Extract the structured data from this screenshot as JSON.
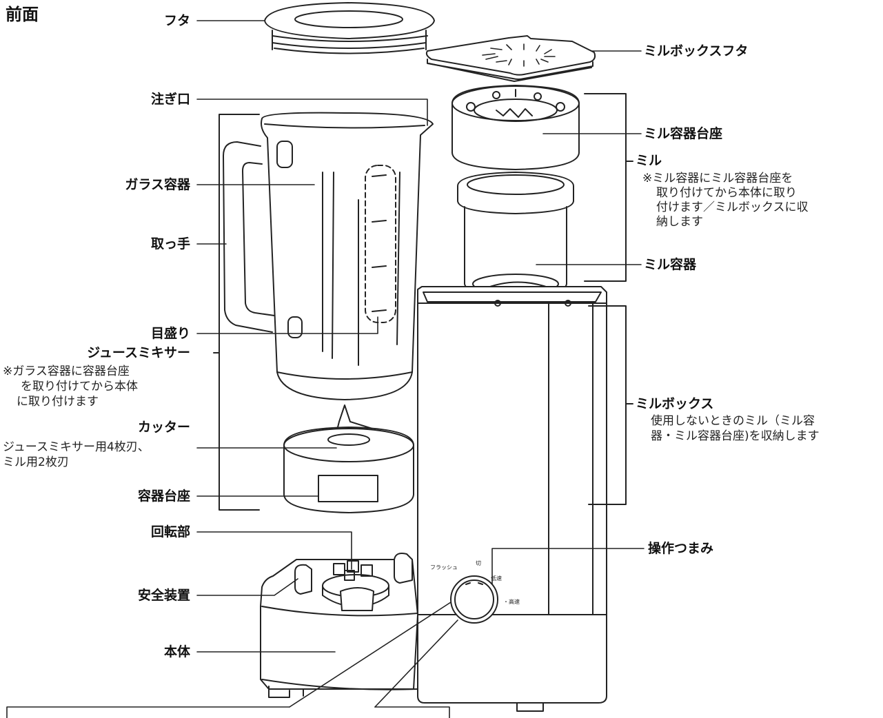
{
  "title": "前面",
  "labels": {
    "lid": "フタ",
    "mill_box_lid": "ミルボックスフタ",
    "spout": "注ぎ口",
    "mill_base": "ミル容器台座",
    "mill": "ミル",
    "mill_note": [
      "※ミル容器にミル容器台座を",
      "取り付けてから本体に取り",
      "付けます／ミルボックスに収",
      "納します"
    ],
    "glass_container": "ガラス容器",
    "handle": "取っ手",
    "mill_container": "ミル容器",
    "scale": "目盛り",
    "juice_mixer": "ジュースミキサー",
    "juice_mixer_note": [
      "※ガラス容器に容器台座",
      "を取り付けてから本体",
      "に取り付けます"
    ],
    "mill_box": "ミルボックス",
    "mill_box_note": [
      "使用しないときのミル（ミル容",
      "器・ミル容器台座)を収納します"
    ],
    "cutter": "カッター",
    "cutter_note": [
      "ジュースミキサー用4枚刃、",
      "ミル用2枚刃"
    ],
    "container_base": "容器台座",
    "rotating_part": "回転部",
    "control_knob": "操作つまみ",
    "safety_device": "安全装置",
    "main_body": "本体"
  },
  "knob_marks": {
    "flash": "フラッシュ",
    "off": "切",
    "low": "低速",
    "high": "・高速"
  }
}
